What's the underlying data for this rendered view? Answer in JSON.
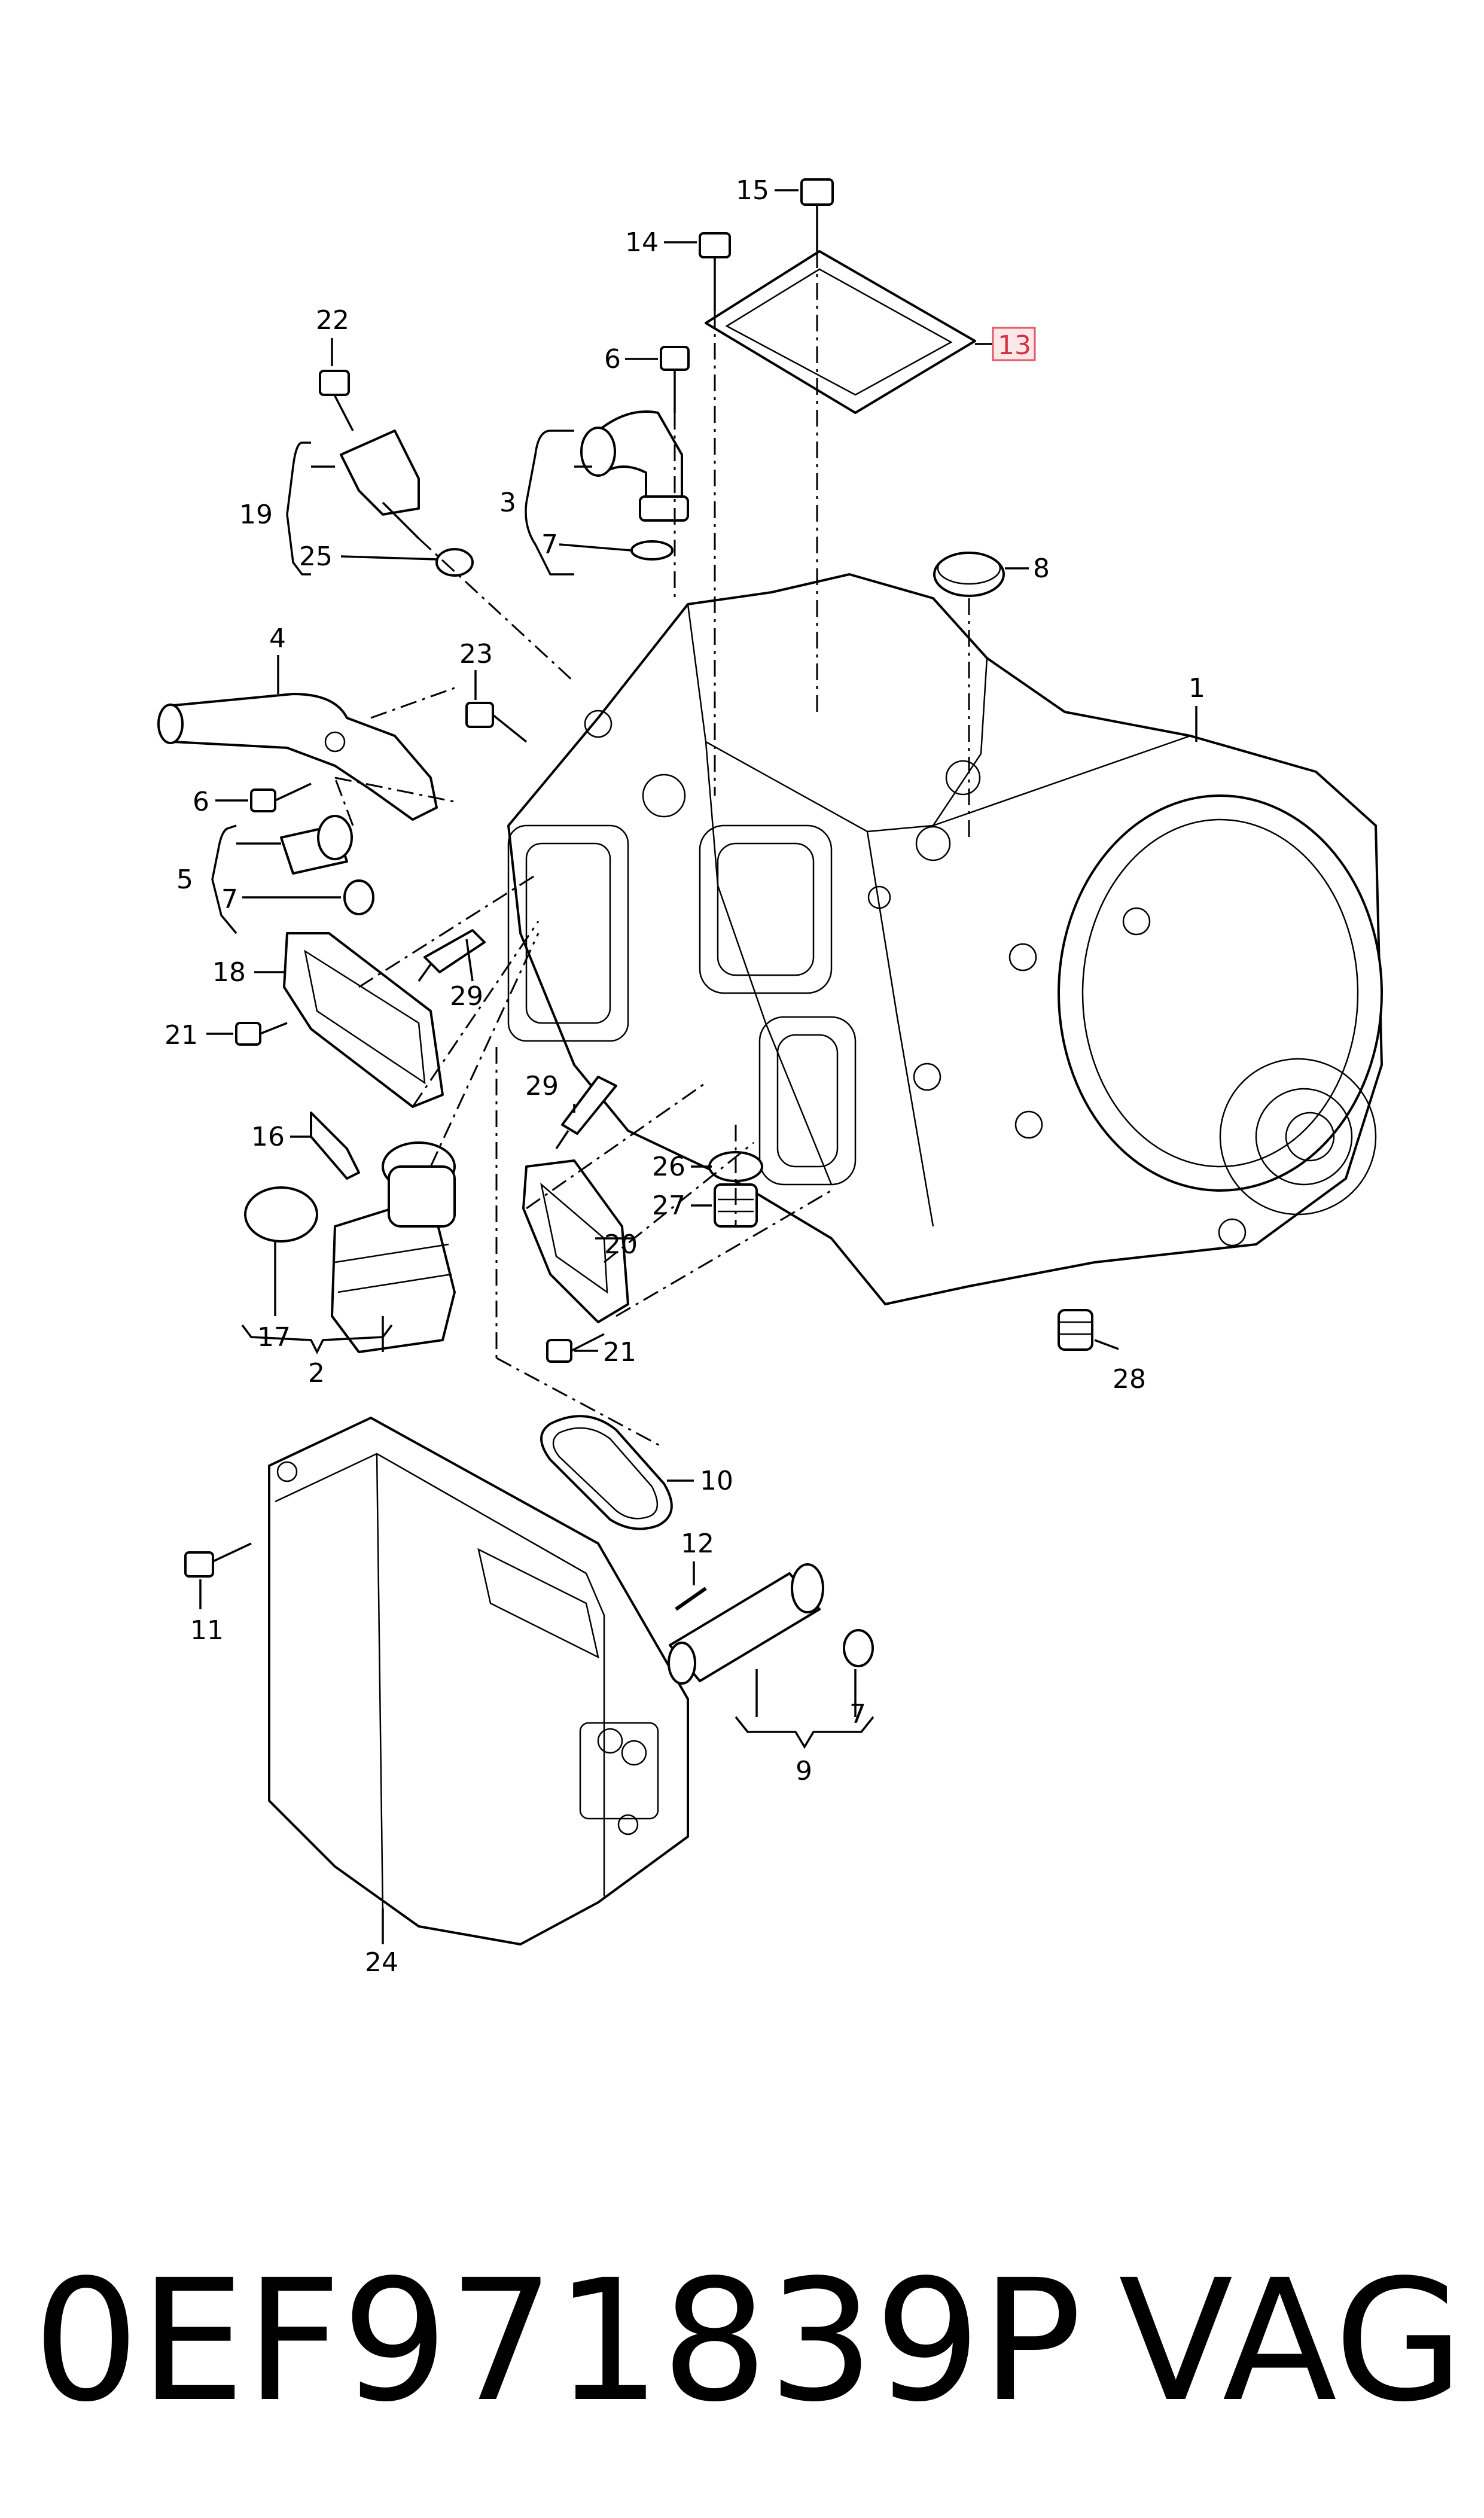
{
  "diagram": {
    "callouts": {
      "c1": "1",
      "c2": "2",
      "c3": "3",
      "c4": "4",
      "c5": "5",
      "c6a": "6",
      "c6b": "6",
      "c7a": "7",
      "c7b": "7",
      "c7c": "7",
      "c8": "8",
      "c9": "9",
      "c10": "10",
      "c11": "11",
      "c12": "12",
      "c13": "13",
      "c14": "14",
      "c15": "15",
      "c16": "16",
      "c17": "17",
      "c18": "18",
      "c19": "19",
      "c20": "20",
      "c21a": "21",
      "c21b": "21",
      "c22": "22",
      "c23": "23",
      "c24": "24",
      "c25": "25",
      "c26": "26",
      "c27": "27",
      "c28": "28",
      "c29a": "29",
      "c29b": "29"
    },
    "highlighted_part": "13",
    "highlight_color": "#e05b66"
  },
  "footer": {
    "part_number": "0EF971839P",
    "brand": "VAG"
  }
}
